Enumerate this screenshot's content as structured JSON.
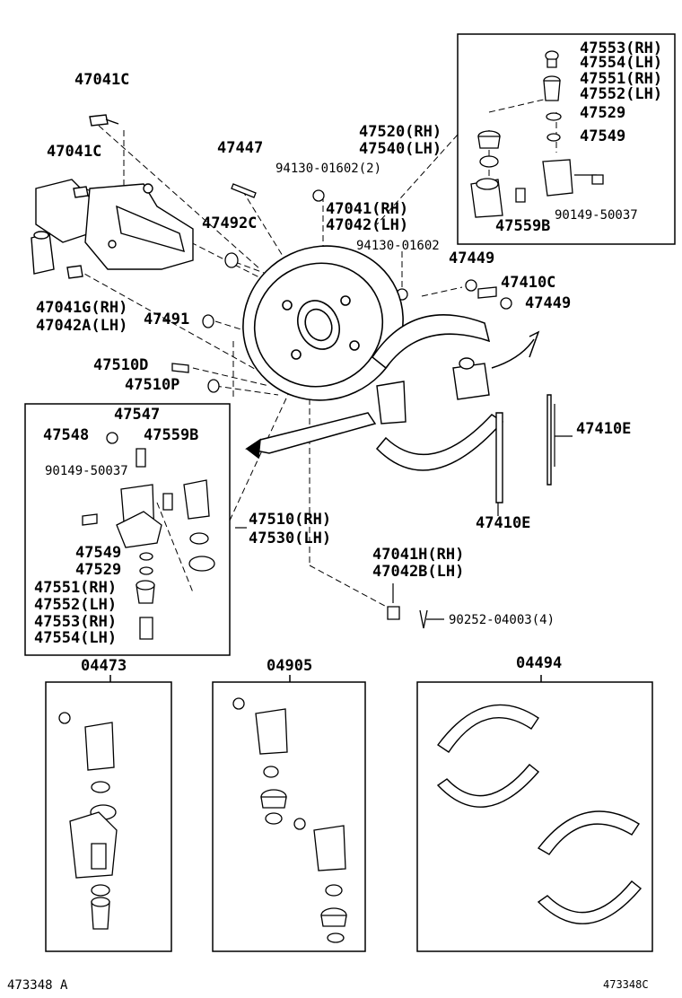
{
  "labels": {
    "p47041C_a": "47041C",
    "p47041C_b": "47041C",
    "p47041G": "47041G(RH)",
    "p47042A": "47042A(LH)",
    "p47447": "47447",
    "p47492C": "47492C",
    "p47491": "47491",
    "p47510D": "47510D",
    "p47510P": "47510P",
    "p94130_2": "94130-01602(2)",
    "p47041RH": "47041(RH)",
    "p47042LH": "47042(LH)",
    "p94130": "94130-01602",
    "p47520": "47520(RH)",
    "p47540": "47540(LH)",
    "p47553_top": "47553(RH)",
    "p47554_top": "47554(LH)",
    "p47551_top": "47551(RH)",
    "p47552_top": "47552(LH)",
    "p47529_top": "47529",
    "p47549_top": "47549",
    "p90149_top": "90149-50037",
    "p47559B_top": "47559B",
    "p47449_a": "47449",
    "p47410C": "47410C",
    "p47449_b": "47449",
    "p47410E_a": "47410E",
    "p47410E_b": "47410E",
    "p47547": "47547",
    "p47548": "47548",
    "p47559B_l": "47559B",
    "p90149_l": "90149-50037",
    "p47549_l": "47549",
    "p47529_l": "47529",
    "p47551_l": "47551(RH)",
    "p47552_l": "47552(LH)",
    "p47553_l": "47553(RH)",
    "p47554_l": "47554(LH)",
    "p47510RH": "47510(RH)",
    "p47530LH": "47530(LH)",
    "p47041H": "47041H(RH)",
    "p47042B": "47042B(LH)",
    "p90252": "90252-04003(4)",
    "g04473": "04473",
    "g04905": "04905",
    "g04494": "04494",
    "ref_left": "473348 A",
    "ref_right": "473348C"
  }
}
